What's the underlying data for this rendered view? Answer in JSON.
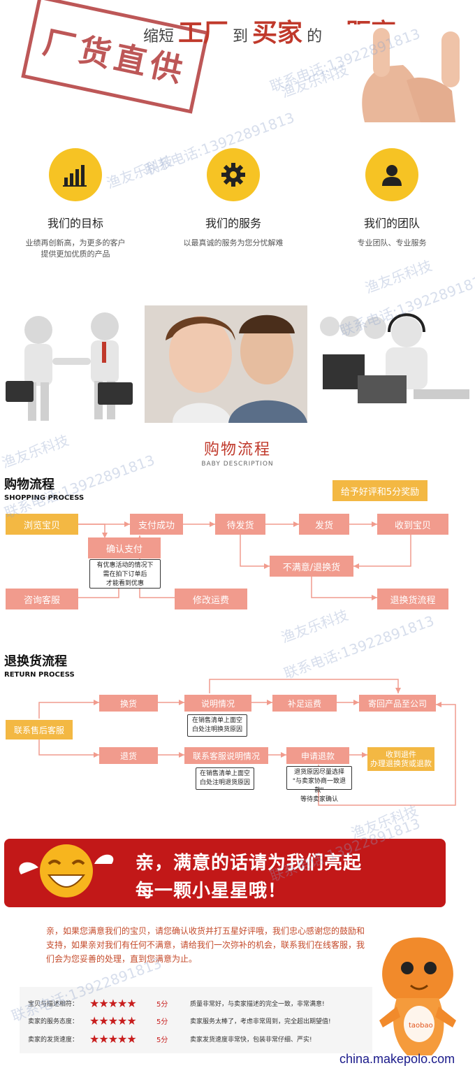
{
  "banner": {
    "stamp": "厂货直供",
    "headline": [
      "缩短",
      "工厂",
      "到",
      "买家",
      "的",
      "距离"
    ]
  },
  "features": [
    {
      "title": "我们的目标",
      "desc": "业绩再创新高，为更多的客户\n提供更加优质的产品",
      "icon": "bar-chart-icon"
    },
    {
      "title": "我们的服务",
      "desc": "以最真诚的服务为您分忧解难",
      "icon": "gear-icon"
    },
    {
      "title": "我们的团队",
      "desc": "专业团队、专业服务",
      "icon": "person-icon"
    }
  ],
  "section": {
    "title": "购物流程",
    "subtitle": "BABY DESCRIPTION"
  },
  "shopping": {
    "title": "购物流程",
    "subtitle": "SHOPPING PROCESS",
    "reward": "给予好评和5分奖励",
    "browse": "浏览宝贝",
    "pay_success": "支付成功",
    "confirm_pay": "确认支付",
    "wait_ship": "待发货",
    "ship": "发货",
    "receive": "收到宝贝",
    "unsatisfied": "不满意/退换货",
    "note": "有优惠活动的情况下\n需在拍下订单后\n才能看到优惠",
    "consult": "咨询客服",
    "modify_fee": "修改运费",
    "return_process": "退换货流程"
  },
  "return": {
    "title": "退换货流程",
    "subtitle": "RETURN PROCESS",
    "contact": "联系售后客服",
    "exchange": "换货",
    "explain": "说明情况",
    "add_fee": "补足运费",
    "send_back": "寄回产品至公司",
    "note1": "在销售清单上面空\n白处注明换货原因",
    "refund": "退货",
    "contact_explain": "联系客服说明情况",
    "apply_refund": "申请退款",
    "receive_refund": "收到退件\n办理退换货或退款",
    "note2": "在销售清单上面空\n白处注明退货原因",
    "note3": "退货原因尽量选择\n\"与卖家协商一致退款\"\n等待卖家确认"
  },
  "red_banner": {
    "line1": "亲，满意的话请为我们亮起",
    "line2": "每一颗小星星哦！"
  },
  "paragraph": "亲，如果您满意我们的宝贝，请您确认收货并打五星好评哦，我们忠心感谢您的鼓励和支持，如果亲对我们有任何不满意，请给我们一次弥补的机会，联系我们在线客服，我们会为您妥善的处理，直到您满意为止。",
  "ratings": [
    {
      "label": "宝贝与描述相符：",
      "stars": "★★★★★",
      "score": "5分",
      "desc": "质量非常好，与卖家描述的完全一致，非常满意!"
    },
    {
      "label": "卖家的服务态度：",
      "stars": "★★★★★",
      "score": "5分",
      "desc": "卖家服务太棒了，考虑非常周到，完全超出期望值!"
    },
    {
      "label": "卖家的发货速度：",
      "stars": "★★★★★",
      "score": "5分",
      "desc": "卖家发货速度非常快，包装非常仔细、严实!"
    }
  ],
  "mascot_label": "taobao",
  "footer": "china.makepolo.com",
  "watermark": {
    "line1": "渔友乐科技",
    "line2": "联系电话:13922891813"
  }
}
